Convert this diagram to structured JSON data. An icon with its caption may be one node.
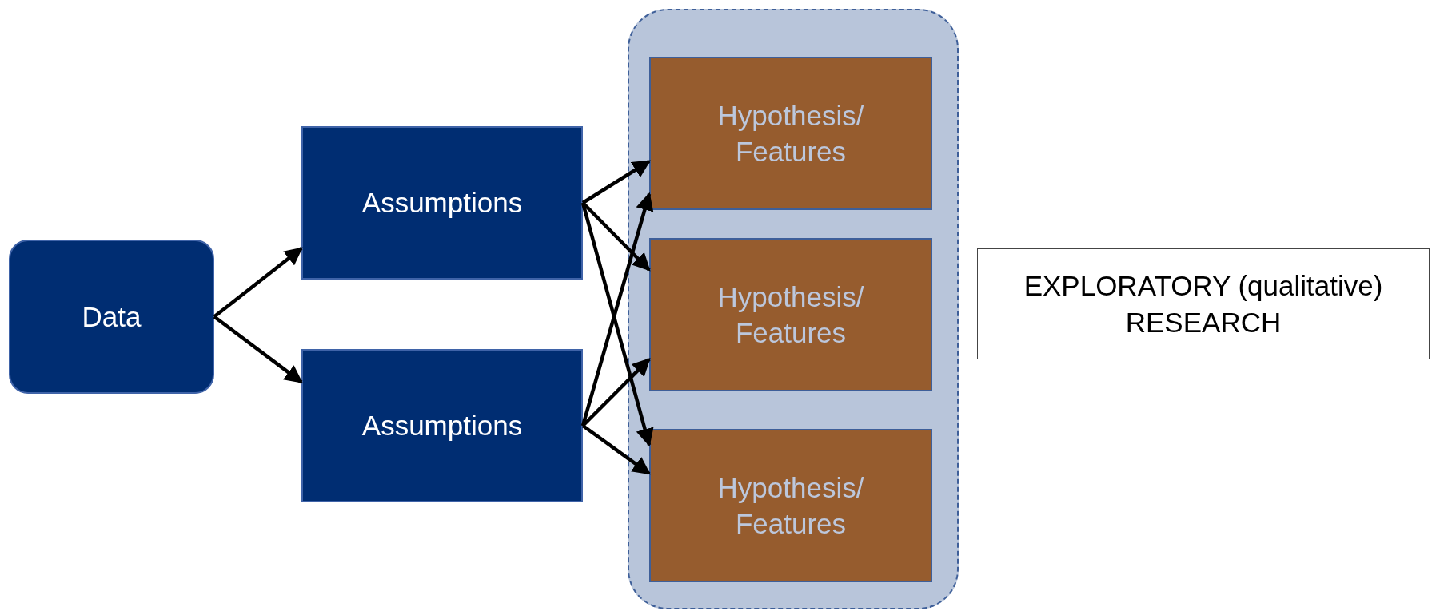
{
  "diagram": {
    "nodes": [
      {
        "text": [
          "Data"
        ]
      },
      {
        "text": [
          "Assumptions"
        ]
      },
      {
        "text": [
          "Assumptions"
        ]
      },
      {
        "text": [],
        "shape": "box"
      },
      {
        "text": [
          "Hypothesis/ Features"
        ],
        "in": 3
      },
      {
        "text": [
          "Hypothesis/ Features"
        ],
        "in": 3
      },
      {
        "text": [
          "Hypothesis/ Features"
        ],
        "in": 3
      },
      {
        "text": [
          "EXPLORATORY (qualitative) RESEARCH"
        ]
      }
    ],
    "edges": [
      {
        "from": 0,
        "to": 1,
        "arrow": "to"
      },
      {
        "from": 0,
        "to": 2,
        "arrow": "to"
      },
      {
        "from": 1,
        "to": 4,
        "arrow": "to"
      },
      {
        "from": 1,
        "to": 5,
        "arrow": "to"
      },
      {
        "from": 1,
        "to": 6,
        "arrow": "to"
      },
      {
        "from": 2,
        "to": 4,
        "arrow": "to"
      },
      {
        "from": 2,
        "to": 5,
        "arrow": "to"
      },
      {
        "from": 2,
        "to": 6,
        "arrow": "to"
      }
    ]
  }
}
